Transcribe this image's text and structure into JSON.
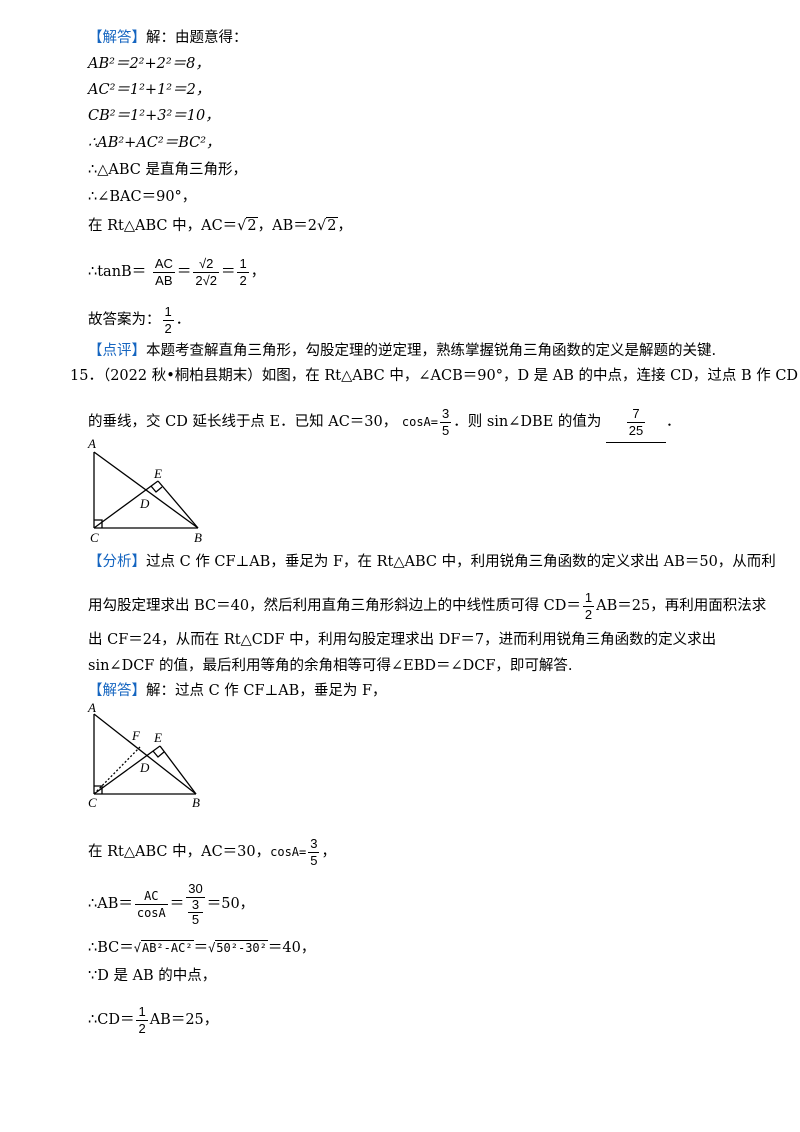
{
  "sol14": {
    "tag": "【解答】",
    "intro": "解：由题意得：",
    "l1": "AB²＝2²+2²＝8，",
    "l2": "AC²＝1²+1²＝2，",
    "l3": "CB²＝1²+3²＝10，",
    "l4": "∴AB²+AC²＝BC²，",
    "l5": "∴△ABC 是直角三角形，",
    "l6": "∴∠BAC＝90°，",
    "l7a": "在 Rt△ABC 中，AC＝",
    "l7b": "2",
    "l7c": "，AB＝2",
    "l7d": "2",
    "l7e": "，",
    "l8a": "∴tanB＝",
    "l8_f1n": "AC",
    "l8_f1d": "AB",
    "l8_f2n": "√2",
    "l8_f2d": "2√2",
    "l8_f3n": "1",
    "l8_f3d": "2",
    "l8e": "，",
    "ans_a": "故答案为：",
    "ans_n": "1",
    "ans_d": "2",
    "ans_e": "．"
  },
  "comment14": {
    "tag": "【点评】",
    "text": "本题考查解直角三角形，勾股定理的逆定理，熟练掌握锐角三角函数的定义是解题的关键."
  },
  "q15": {
    "line1": "15．（2022 秋•桐柏县期末）如图，在 Rt△ABC 中，∠ACB＝90°，D 是 AB 的中点，连接 CD，过点 B 作 CD",
    "line2a": "的垂线，交 CD 延长线于点 E．已知 AC＝30，",
    "cos_label": "cosA=",
    "cos_n": "3",
    "cos_d": "5",
    "line2b": "．则 sin∠DBE 的值为",
    "ans_n": "7",
    "ans_d": "25",
    "line2c": "．"
  },
  "fig1": {
    "A": "A",
    "B": "B",
    "C": "C",
    "D": "D",
    "E": "E"
  },
  "analysis": {
    "tag": "【分析】",
    "l1": "过点 C 作 CF⊥AB，垂足为 F，在 Rt△ABC 中，利用锐角三角函数的定义求出 AB＝50，从而利",
    "l2a": "用勾股定理求出 BC＝40，然后利用直角三角形斜边上的中线性质可得 CD＝",
    "l2_n": "1",
    "l2_d": "2",
    "l2b": "AB＝25，再利用面积法求",
    "l3": "出 CF＝24，从而在 Rt△CDF 中，利用勾股定理求出 DF＝7，进而利用锐角三角函数的定义求出",
    "l4": "sin∠DCF 的值，最后利用等角的余角相等可得∠EBD＝∠DCF，即可解答."
  },
  "sol15": {
    "tag": "【解答】",
    "intro": "解：过点 C 作 CF⊥AB，垂足为 F，",
    "l1a": "在 Rt△ABC 中，AC＝30，",
    "cos_label": "cosA=",
    "cos_n": "3",
    "cos_d": "5",
    "l1b": "，",
    "l2a": "∴AB＝",
    "l2_n": "AC",
    "l2_d": "cosA",
    "l2_n2": "30",
    "l2_d2a": "3",
    "l2_d2b": "5",
    "l2b": "＝50，",
    "l3a": "∴BC＝",
    "l3_r1": "AB²-AC²",
    "l3_mid": "＝",
    "l3_r2": "50²-30²",
    "l3b": "＝40，",
    "l4": "∵D 是 AB 的中点，",
    "l5a": "∴CD＝",
    "l5_n": "1",
    "l5_d": "2",
    "l5b": "AB＝25，"
  },
  "fig2": {
    "A": "A",
    "B": "B",
    "C": "C",
    "D": "D",
    "E": "E",
    "F": "F"
  }
}
